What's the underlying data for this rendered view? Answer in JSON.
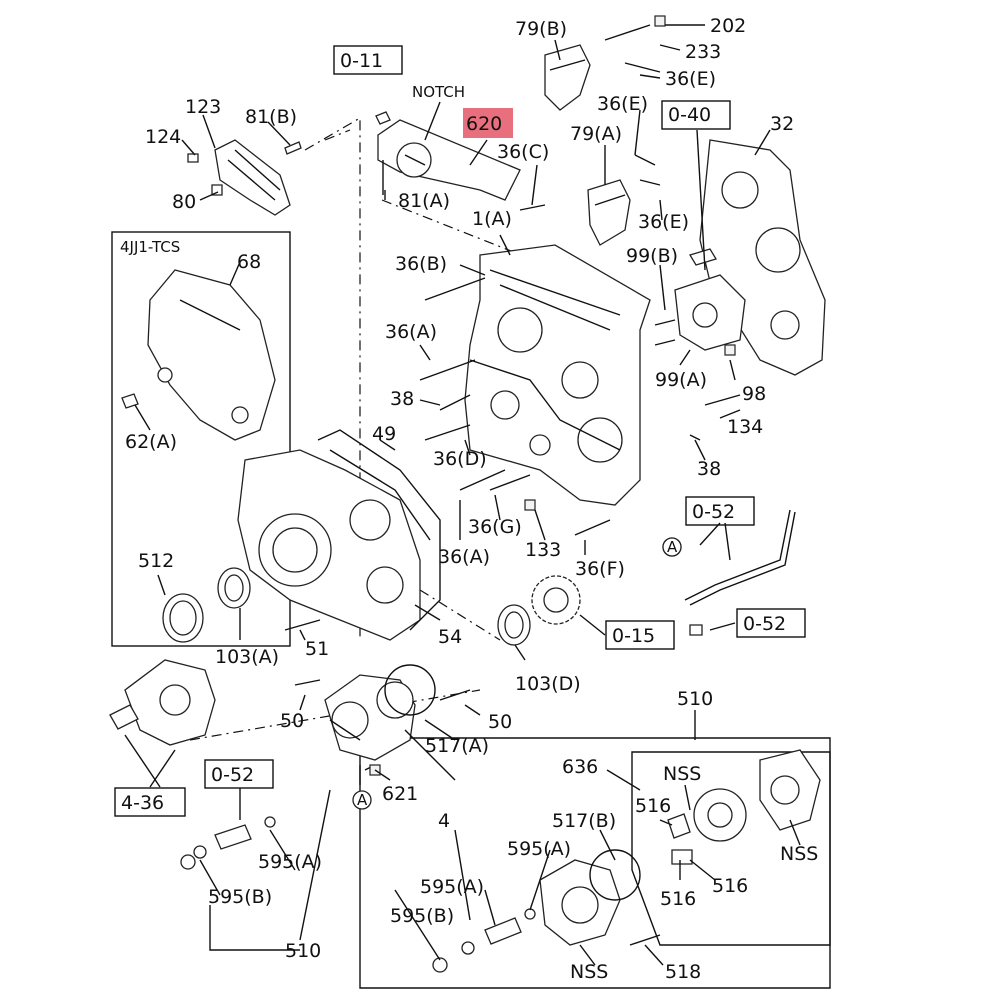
{
  "diagram": {
    "highlight_color": "#e86f7e",
    "labels": {
      "l0_11": "0-11",
      "notch": "NOTCH",
      "l620": "620",
      "l123": "123",
      "l124": "124",
      "l81b": "81(B)",
      "l80": "80",
      "l81a": "81(A)",
      "l79b": "79(B)",
      "l202": "202",
      "l233": "233",
      "l36e_a": "36(E)",
      "l36e_b": "36(E)",
      "l36c": "36(C)",
      "l79a": "79(A)",
      "l0_40": "0-40",
      "l32": "32",
      "l36e_c": "36(E)",
      "l1a": "1(A)",
      "l99b": "99(B)",
      "l36b": "36(B)",
      "l4jj1": "4JJ1-TCS",
      "l68": "68",
      "l36a_a": "36(A)",
      "l99a": "99(A)",
      "l98": "98",
      "l38_a": "38",
      "l134": "134",
      "l62a": "62(A)",
      "l49": "49",
      "l36d": "36(D)",
      "l38_b": "38",
      "l0_52_a": "0-52",
      "l36g": "36(G)",
      "l36a_b": "36(A)",
      "l133": "133",
      "l36f": "36(F)",
      "l512": "512",
      "circleA_1": "A",
      "l0_15": "0-15",
      "l0_52_b": "0-52",
      "l103a": "103(A)",
      "l51": "51",
      "l54": "54",
      "l103d": "103(D)",
      "l50_a": "50",
      "l50_b": "50",
      "l517a": "517(A)",
      "l510_top": "510",
      "l4_36": "4-36",
      "l0_52_c": "0-52",
      "circleA_2": "A",
      "l621": "621",
      "l636": "636",
      "nss_1": "NSS",
      "l516_a": "516",
      "nss_2": "NSS",
      "l516_b": "516",
      "l516_c": "516",
      "l4": "4",
      "l517b": "517(B)",
      "l595a_a": "595(A)",
      "l595a_b": "595(A)",
      "l595a_c": "595(A)",
      "l595b_a": "595(B)",
      "l595b_b": "595(B)",
      "l510_bot": "510",
      "nss_3": "NSS",
      "l518": "518"
    }
  }
}
